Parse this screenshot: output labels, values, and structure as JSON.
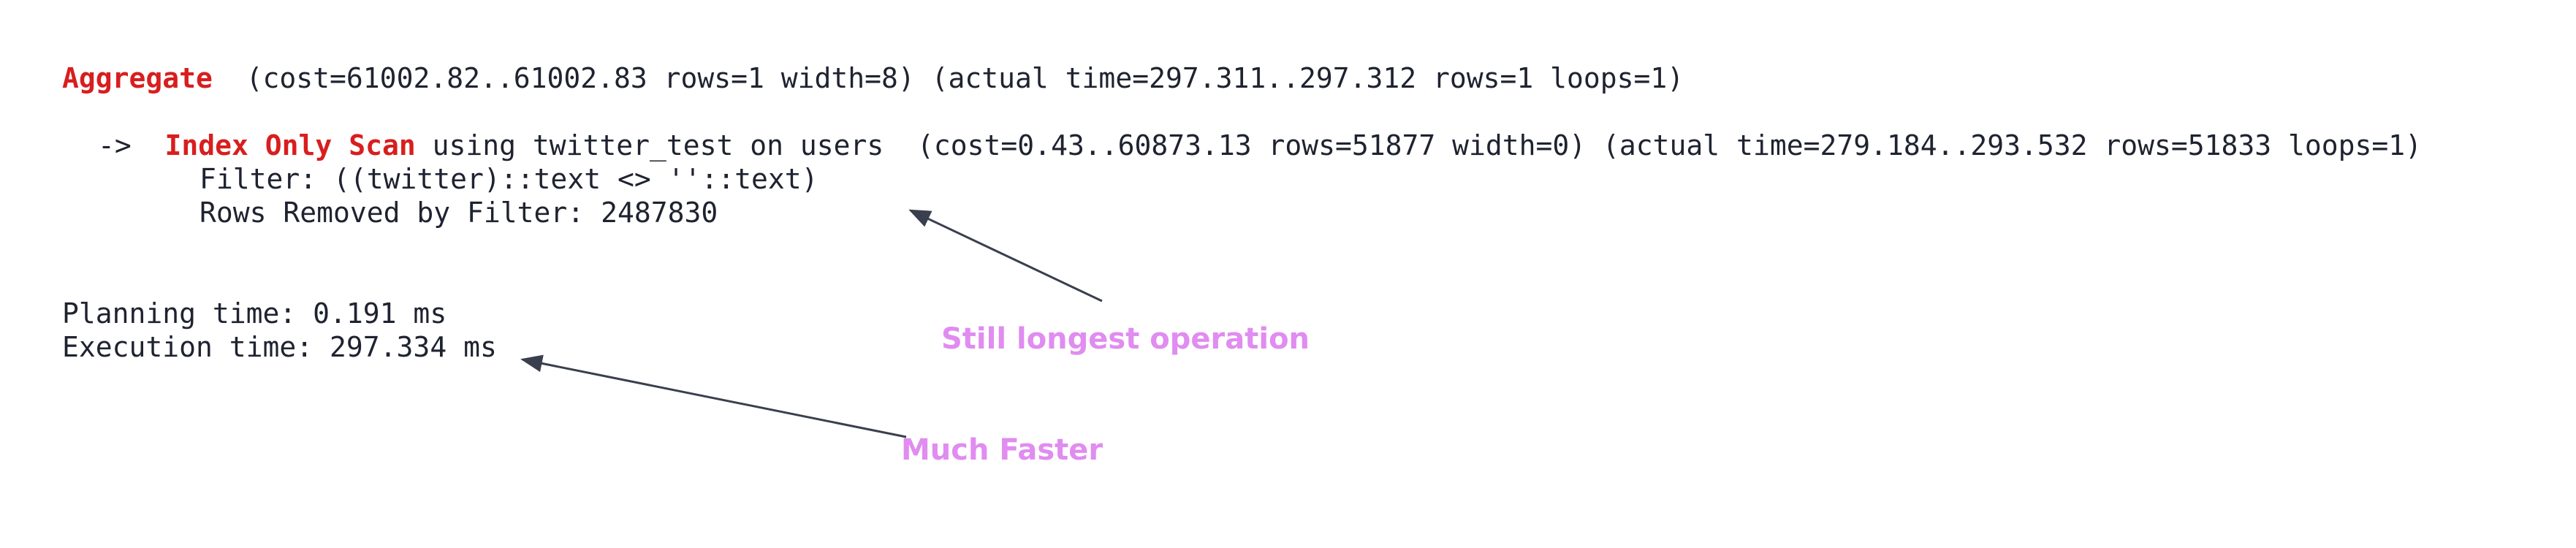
{
  "plan": {
    "aggregate_keyword": "Aggregate",
    "aggregate_details": "  (cost=61002.82..61002.83 rows=1 width=8) (actual time=297.311..297.312 rows=1 loops=1)",
    "scan_arrow": "->",
    "scan_keyword": "Index Only Scan",
    "scan_details": " using twitter_test on users  (cost=0.43..60873.13 rows=51877 width=0) (actual time=279.184..293.532 rows=51833 loops=1)",
    "filter_line": "Filter: ((twitter)::text <> ''::text)",
    "rows_removed_line": "Rows Removed by Filter: 2487830"
  },
  "timing": {
    "planning": "Planning time: 0.191 ms",
    "execution": "Execution time: 297.334 ms"
  },
  "annotations": {
    "longest": "Still longest operation",
    "faster": "Much Faster"
  },
  "colors": {
    "keyword": "#d81e1e",
    "annotation": "#e08cf0",
    "text": "#1f2330",
    "arrow": "#3a3f4e"
  }
}
